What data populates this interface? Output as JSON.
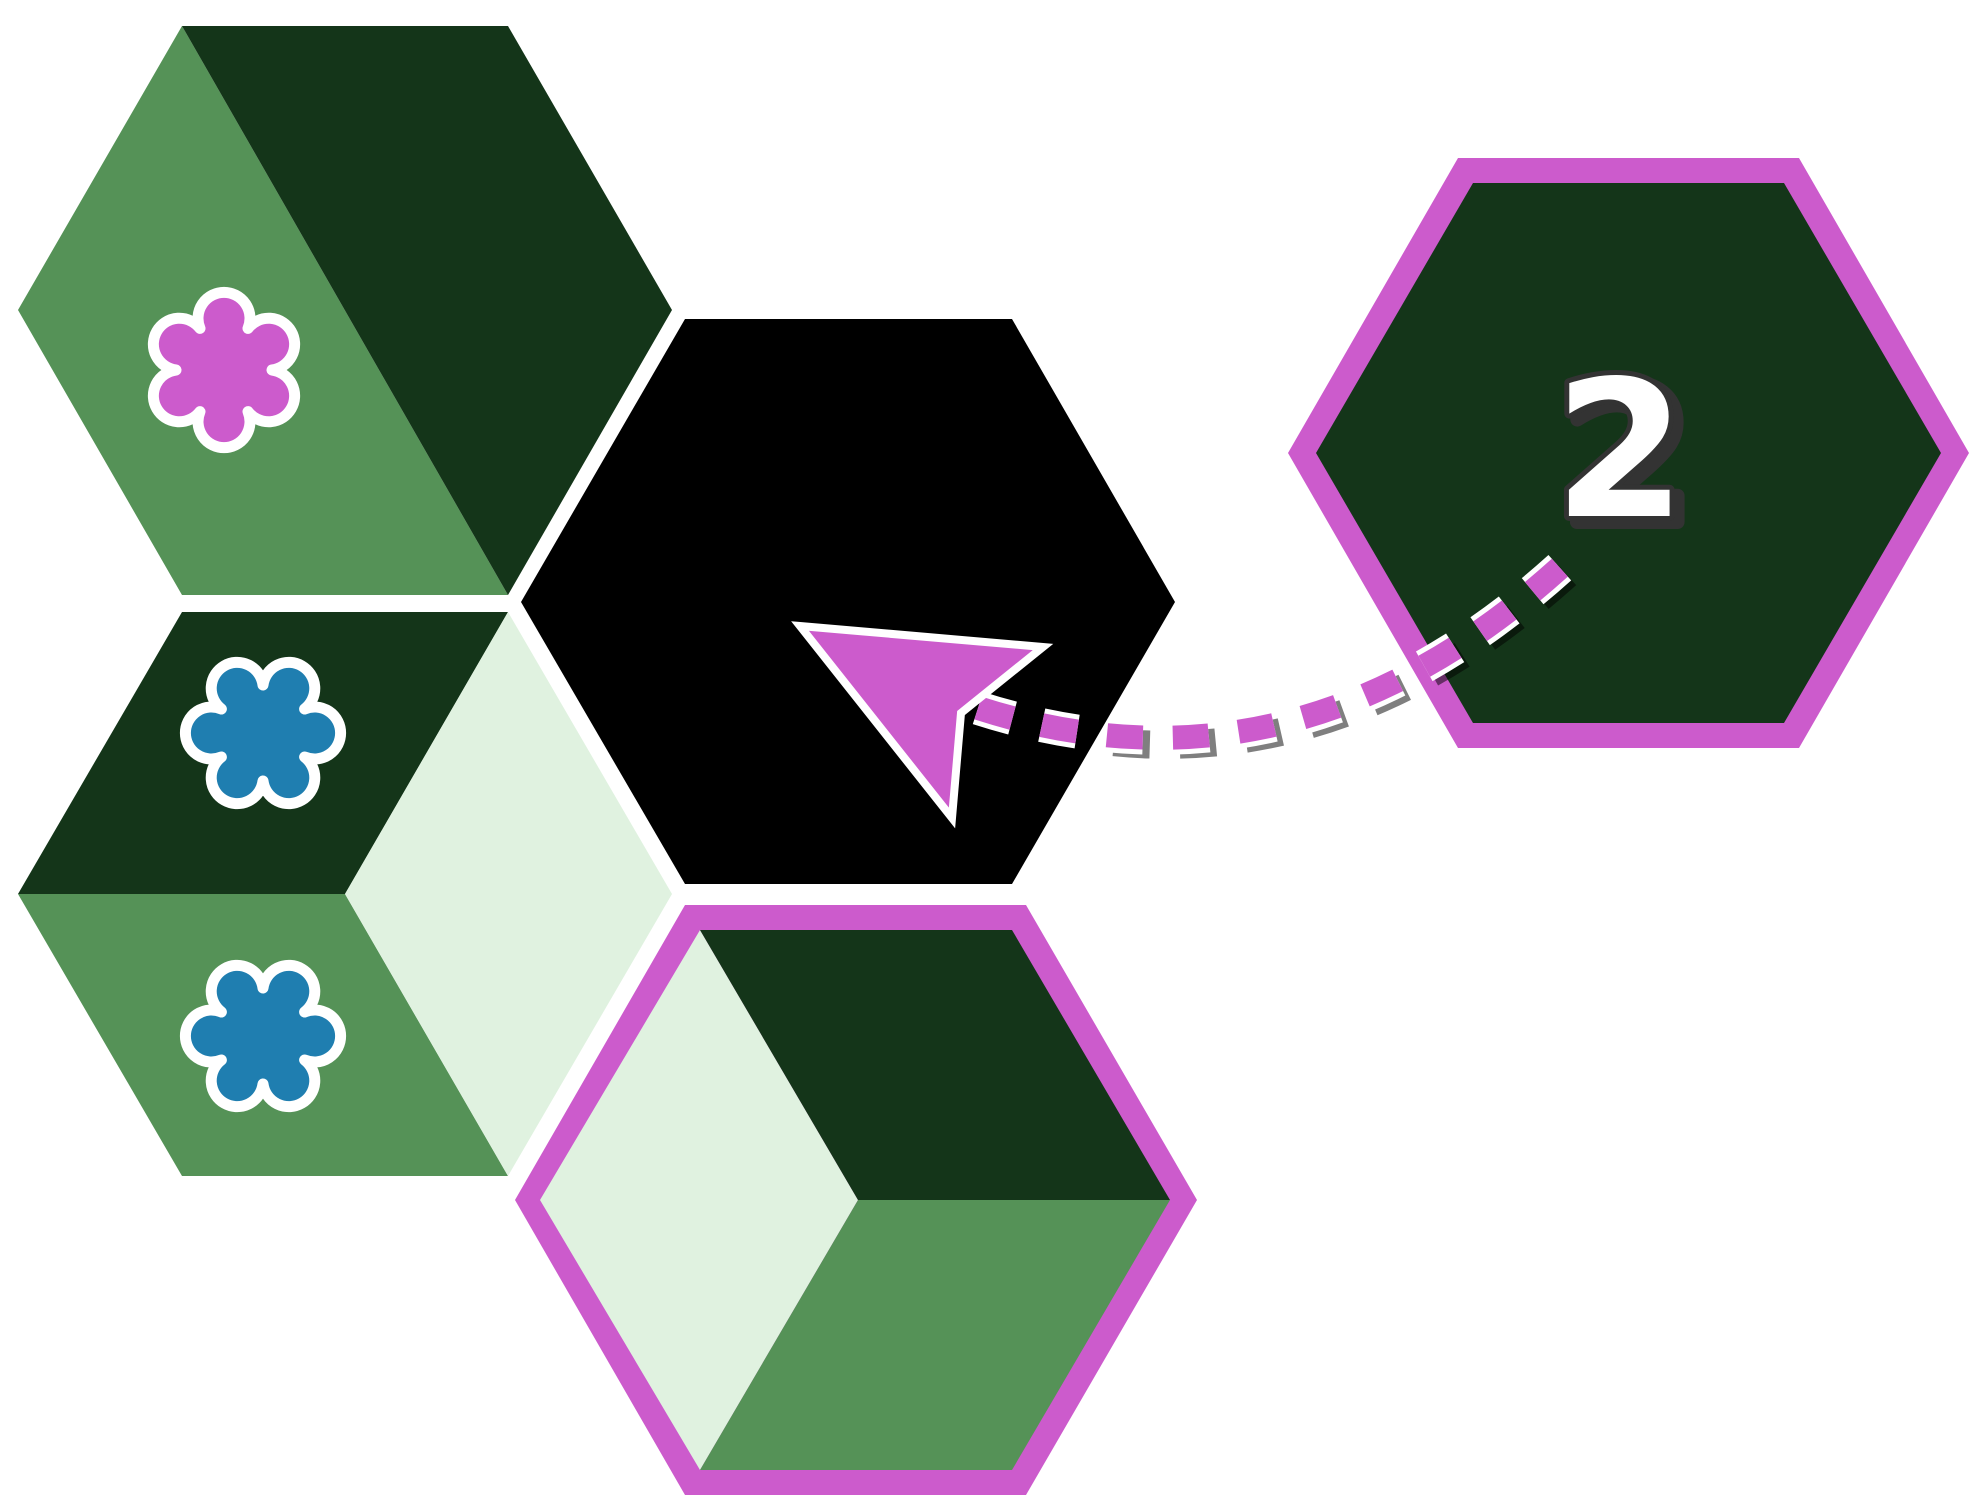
{
  "title": "",
  "colors": {
    "background": "#ffffff",
    "dark_green": "#143519",
    "mid_green": "#559257",
    "light_green": "#e0f2e0",
    "black": "#000000",
    "magenta": "#cc5bcc",
    "blue": "#1f7eb0",
    "outline": "#ffffff"
  },
  "tiles": [
    {
      "id": "tile-top-left",
      "segments": [
        "mid_green",
        "dark_green"
      ],
      "highlighted": false
    },
    {
      "id": "tile-mid-left",
      "segments": [
        "dark_green",
        "mid_green",
        "light_green"
      ],
      "highlighted": false
    },
    {
      "id": "tile-center",
      "segments": [
        "black"
      ],
      "highlighted": false
    },
    {
      "id": "tile-bottom",
      "segments": [
        "light_green",
        "dark_green",
        "mid_green"
      ],
      "highlighted": true
    },
    {
      "id": "tile-target",
      "segments": [
        "dark_green"
      ],
      "highlighted": true
    }
  ],
  "tokens": [
    {
      "name": "flower-token-magenta",
      "color": "magenta",
      "petals": 6
    },
    {
      "name": "flower-token-blue-upper",
      "color": "blue",
      "petals": 6
    },
    {
      "name": "flower-token-blue-lower",
      "color": "blue",
      "petals": 6
    }
  ],
  "cursor": {
    "icon": "pointer-arrow-icon",
    "color": "magenta"
  },
  "move_path": {
    "style": "dashed",
    "color": "magenta"
  },
  "target_label": "2"
}
